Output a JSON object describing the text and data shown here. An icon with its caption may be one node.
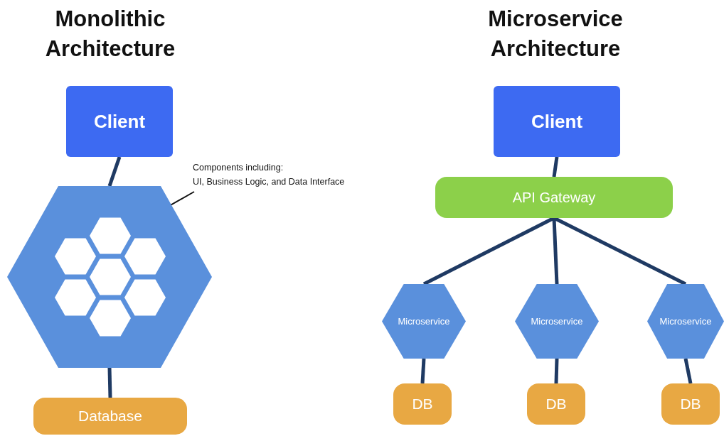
{
  "diagram": {
    "nodes": [
      {
        "text": [
          "Client"
        ]
      },
      {
        "text": [],
        "shape": "hexagon"
      },
      {
        "text": [
          "Database"
        ]
      },
      {
        "text": [
          "Components including:",
          "UI, Business Logic, and Data Interface"
        ]
      },
      {
        "text": [
          "Client"
        ]
      },
      {
        "text": [
          "API Gateway"
        ]
      },
      {
        "text": [
          "Microservice"
        ]
      },
      {
        "text": [
          "Microservice"
        ]
      },
      {
        "text": [
          "Microservice"
        ]
      },
      {
        "text": [
          "DB"
        ]
      },
      {
        "text": [
          "DB"
        ]
      },
      {
        "text": [
          "DB"
        ]
      }
    ],
    "edges": [
      {
        "from": 0,
        "to": 1,
        "arrow": "none"
      },
      {
        "from": 1,
        "to": 2,
        "arrow": "none"
      },
      {
        "from": 3,
        "to": 1,
        "arrow": "none",
        "color": "#111111"
      },
      {
        "from": 4,
        "to": 5,
        "arrow": "none"
      },
      {
        "from": 5,
        "to": 6,
        "arrow": "none"
      },
      {
        "from": 5,
        "to": 7,
        "arrow": "none"
      },
      {
        "from": 5,
        "to": 8,
        "arrow": "none"
      },
      {
        "from": 6,
        "to": 9,
        "arrow": "none"
      },
      {
        "from": 7,
        "to": 10,
        "arrow": "none"
      },
      {
        "from": 8,
        "to": 11,
        "arrow": "none"
      }
    ],
    "labels": [
      "Monolithic Architecture",
      "Microservice Architecture"
    ]
  }
}
